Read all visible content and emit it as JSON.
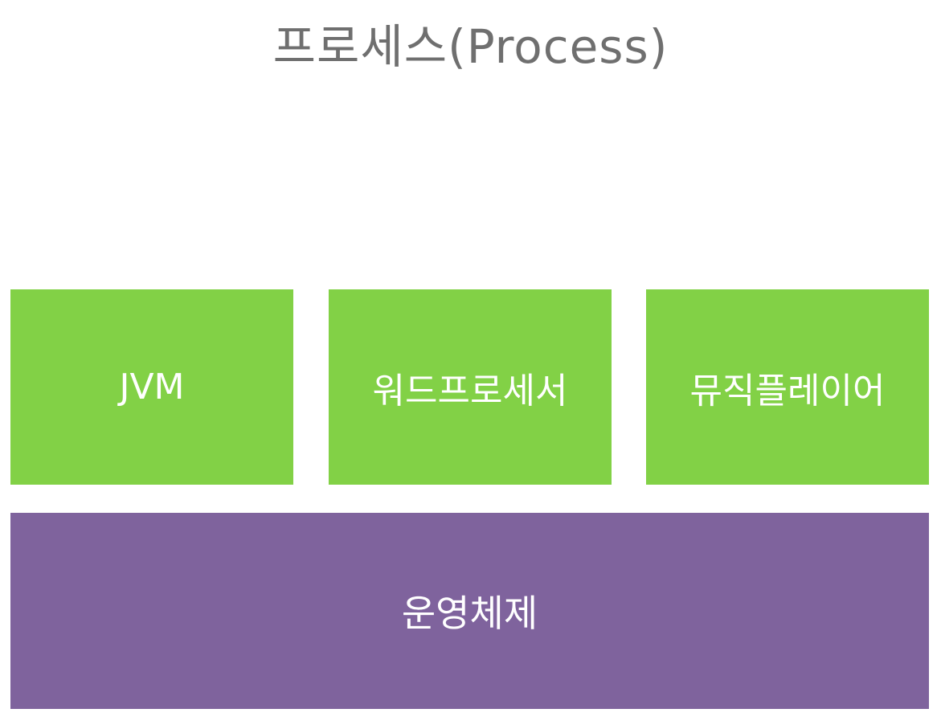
{
  "title": "프로세스(Process)",
  "processes": [
    {
      "label": "JVM"
    },
    {
      "label": "워드프로세서"
    },
    {
      "label": "뮤직플레이어"
    }
  ],
  "os": {
    "label": "운영체제"
  },
  "colors": {
    "process_fill": "#82d146",
    "os_fill": "#7f639d",
    "title_text": "#6f6f6f",
    "box_text": "#ffffff"
  }
}
